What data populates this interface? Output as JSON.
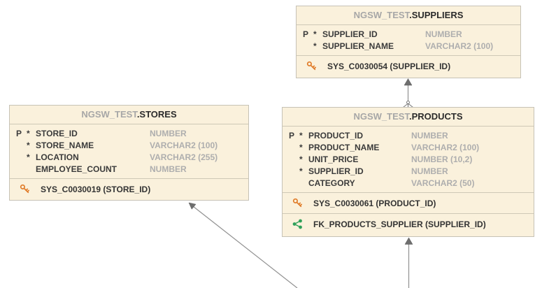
{
  "tables": [
    {
      "schema_label": "NGSW_TEST",
      "name_label": ".SUPPLIERS",
      "columns": [
        {
          "pk": "P",
          "mand": "*",
          "name": "SUPPLIER_ID",
          "type": "NUMBER"
        },
        {
          "pk": "",
          "mand": "*",
          "name": "SUPPLIER_NAME",
          "type": "VARCHAR2 (100)"
        }
      ],
      "constraints": [
        {
          "icon": "primary-key-icon",
          "label": "SYS_C0030054 (SUPPLIER_ID)"
        }
      ]
    },
    {
      "schema_label": "NGSW_TEST",
      "name_label": ".STORES",
      "columns": [
        {
          "pk": "P",
          "mand": "*",
          "name": "STORE_ID",
          "type": "NUMBER"
        },
        {
          "pk": "",
          "mand": "*",
          "name": "STORE_NAME",
          "type": "VARCHAR2 (100)"
        },
        {
          "pk": "",
          "mand": "*",
          "name": "LOCATION",
          "type": "VARCHAR2 (255)"
        },
        {
          "pk": "",
          "mand": "",
          "name": "EMPLOYEE_COUNT",
          "type": "NUMBER"
        }
      ],
      "constraints": [
        {
          "icon": "primary-key-icon",
          "label": "SYS_C0030019 (STORE_ID)"
        }
      ]
    },
    {
      "schema_label": "NGSW_TEST",
      "name_label": ".PRODUCTS",
      "columns": [
        {
          "pk": "P",
          "mand": "*",
          "name": "PRODUCT_ID",
          "type": "NUMBER"
        },
        {
          "pk": "",
          "mand": "*",
          "name": "PRODUCT_NAME",
          "type": "VARCHAR2 (100)"
        },
        {
          "pk": "",
          "mand": "*",
          "name": "UNIT_PRICE",
          "type": "NUMBER (10,2)"
        },
        {
          "pk": "",
          "mand": "*",
          "name": "SUPPLIER_ID",
          "type": "NUMBER"
        },
        {
          "pk": "",
          "mand": "",
          "name": "CATEGORY",
          "type": "VARCHAR2 (50)"
        }
      ],
      "constraints": [
        {
          "icon": "primary-key-icon",
          "label": "SYS_C0030061 (PRODUCT_ID)"
        },
        {
          "icon": "foreign-key-icon",
          "label": "FK_PRODUCTS_SUPPLIER (SUPPLIER_ID)"
        }
      ]
    }
  ],
  "relationships": [
    {
      "from": "PRODUCTS",
      "to": "SUPPLIERS",
      "from_end": "crow-foot",
      "to_end": "arrow"
    },
    {
      "from": "offscreen-bottom",
      "to": "STORES",
      "to_end": "arrow"
    },
    {
      "from": "offscreen-bottom",
      "to": "PRODUCTS",
      "to_end": "arrow"
    }
  ],
  "colors": {
    "table_fill": "#FAF1DC",
    "table_border": "#C6C2B6",
    "schema_text": "#A7A7A7",
    "table_name_text": "#2B2B2B",
    "column_name_text": "#3B3B3B",
    "datatype_text": "#AEAEAE",
    "pk_icon": "#E07B28",
    "fk_icon": "#2FA05A",
    "connector_line": "#919191",
    "arrowhead": "#6E6E6E"
  }
}
